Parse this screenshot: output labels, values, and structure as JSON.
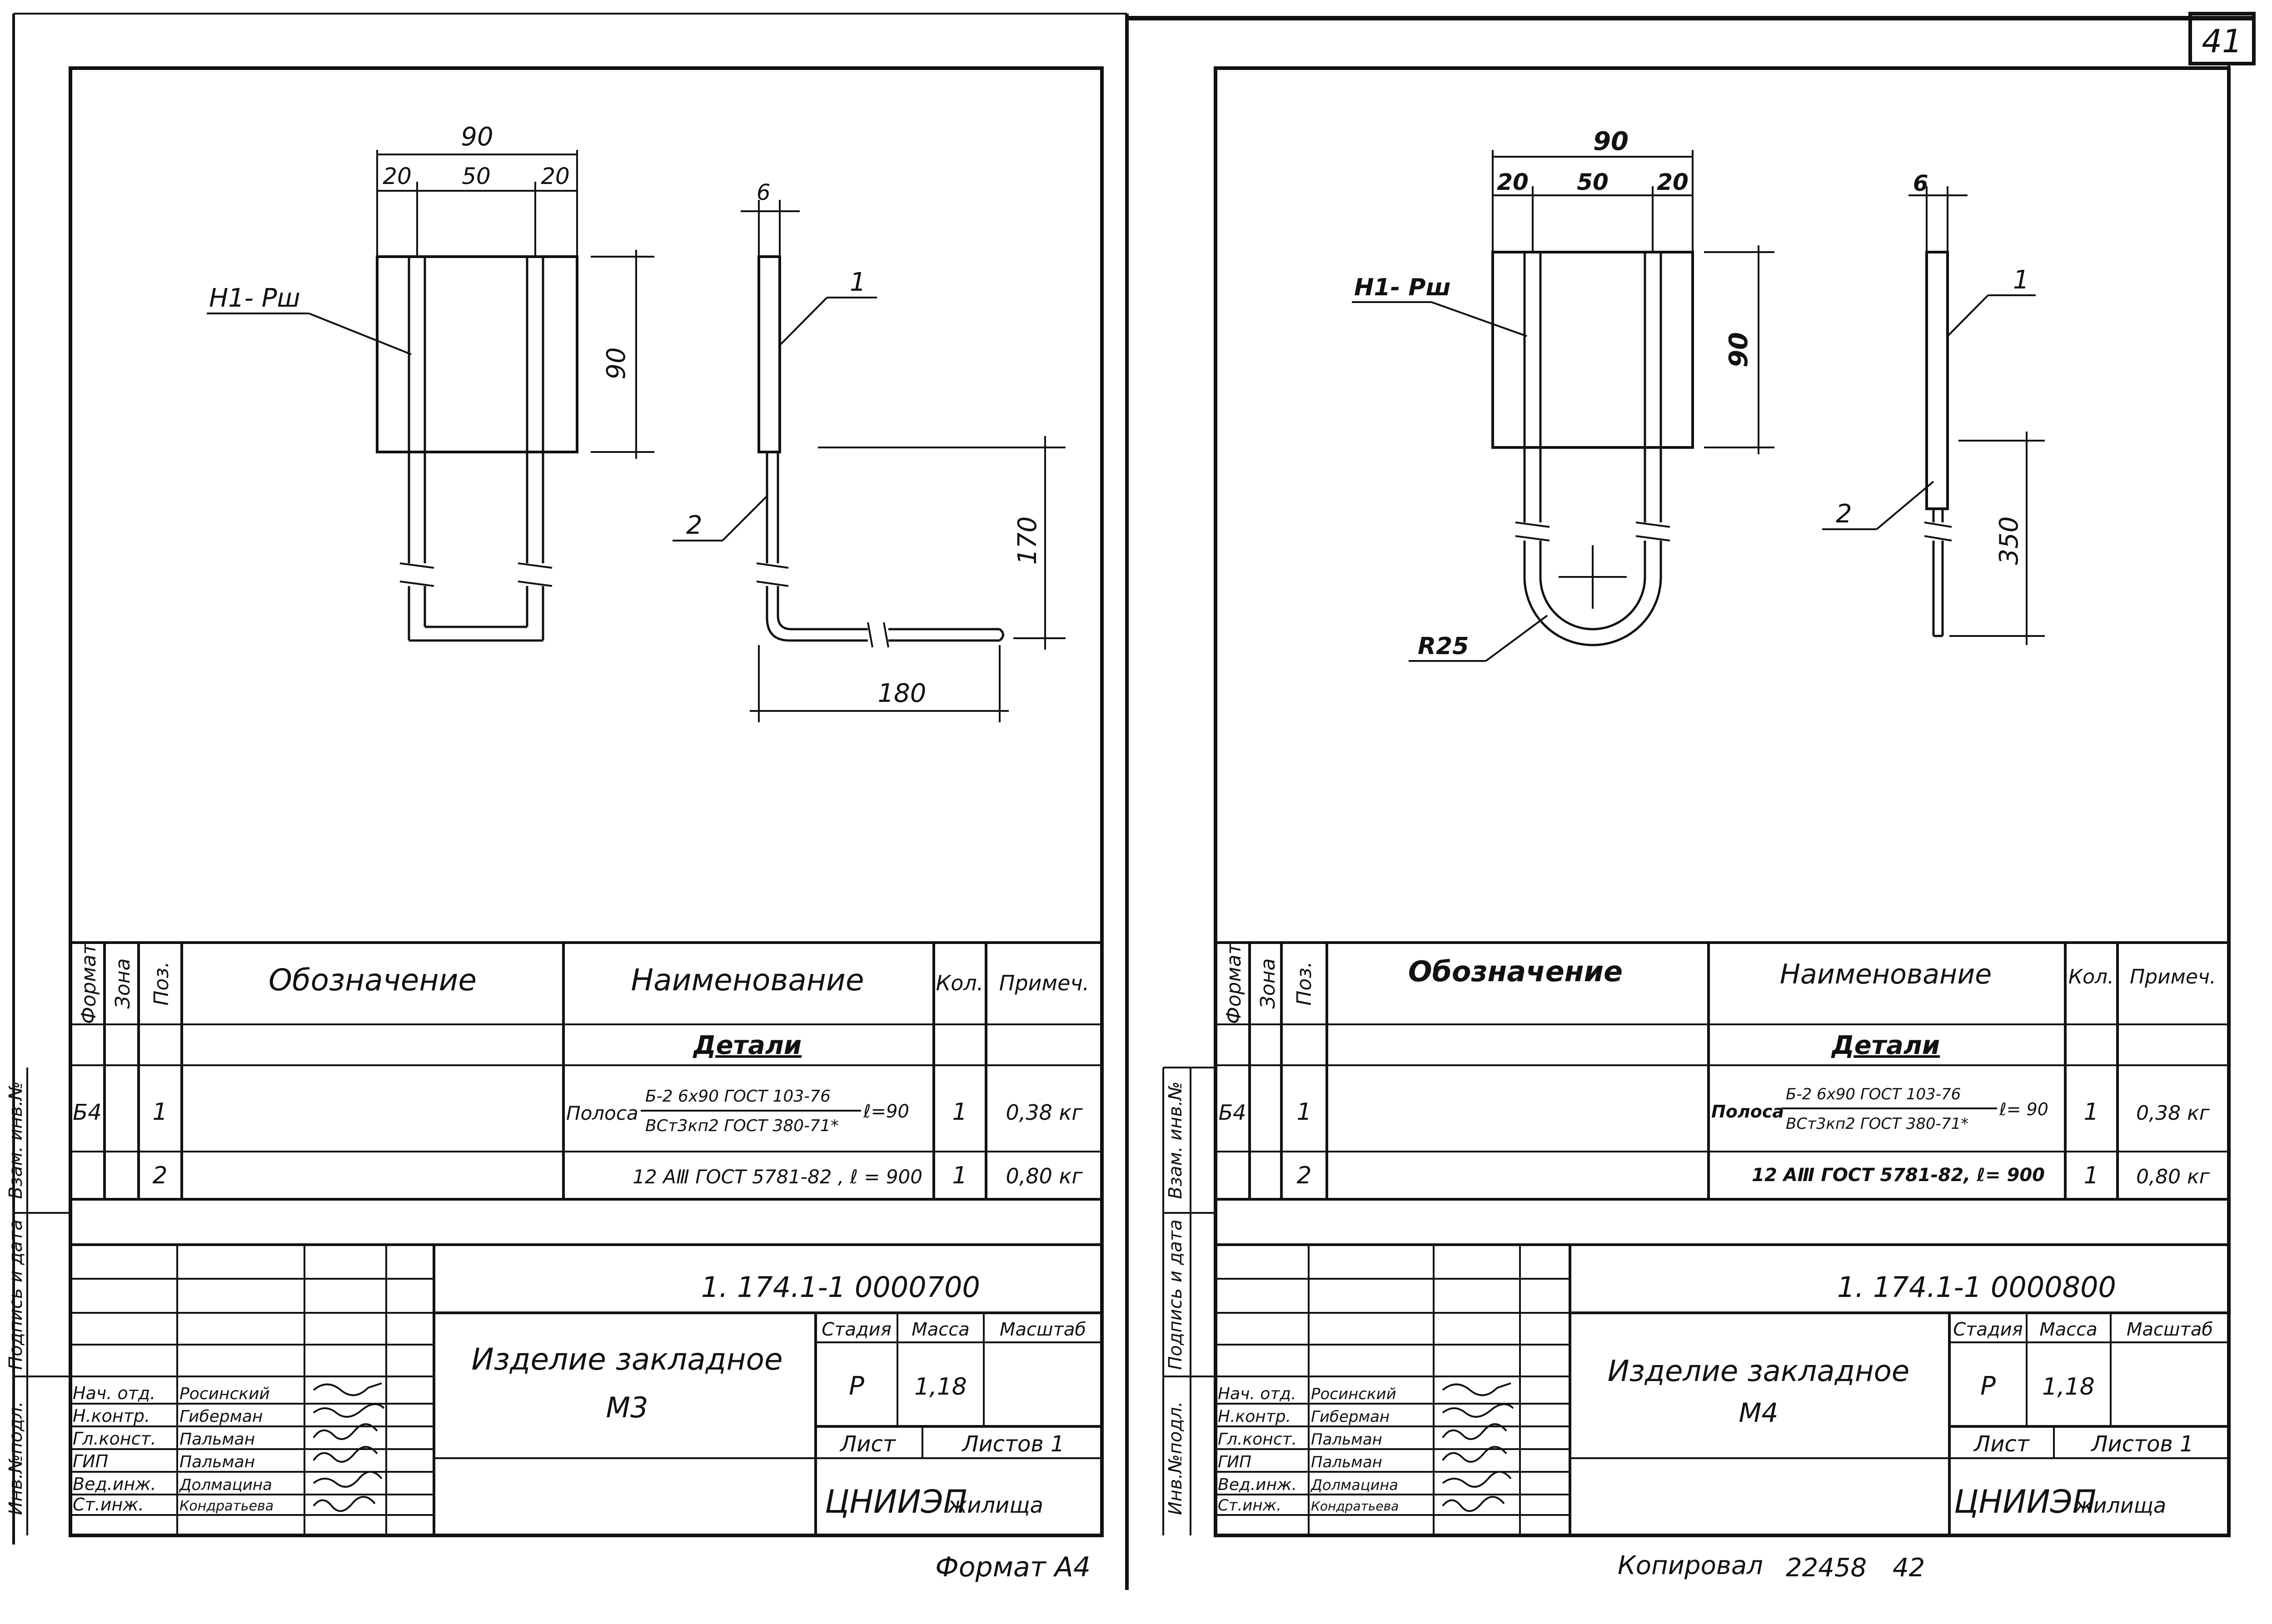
{
  "page_number": "41",
  "sheets": [
    {
      "code": "1. 174.1-1   0000700",
      "title_line1": "Изделие закладное",
      "title_line2": "М3",
      "drawing": {
        "label_part": "Н1- Рш",
        "dim_top_total": "90",
        "dim_left": "20",
        "dim_mid": "50",
        "dim_right": "20",
        "dim_height": "90",
        "dim_thickness": "6",
        "pos1": "1",
        "pos2": "2",
        "dim_leg_vertical": "170",
        "dim_leg_horizontal": "180"
      },
      "spec": {
        "headers": [
          "Формат",
          "Зона",
          "Поз.",
          "Обозначение",
          "Наименование",
          "Кол.",
          "Примеч."
        ],
        "section": "Детали",
        "rows": [
          {
            "format": "Б4",
            "zone": "",
            "pos": "1",
            "designation": "",
            "name_prefix": "Полоса",
            "name_top": "Б-2 6х90 ГОСТ 103-76",
            "name_bottom": "ВСт3кп2 ГОСТ 380-71*",
            "name_suffix": "ℓ=90",
            "qty": "1",
            "note": "0,38 кг"
          },
          {
            "format": "",
            "zone": "",
            "pos": "2",
            "designation": "",
            "name_prefix": "",
            "name_top": "",
            "name_bottom": "",
            "name_suffix": "",
            "name_single": "12 АⅢ ГОСТ 5781-82 , ℓ = 900",
            "qty": "1",
            "note": "0,80 кг"
          }
        ]
      },
      "title_block": {
        "stage_label": "Стадия",
        "mass_label": "Масса",
        "scale_label": "Масштаб",
        "stage": "Р",
        "mass": "1,18",
        "sheet_label": "Лист",
        "sheets_label": "Листов 1",
        "org_main": "ЦНИИЭП",
        "org_sub": "жилища",
        "roles": [
          "Нач. отд.",
          "Н.контр.",
          "Гл.конст.",
          "ГИП",
          "Вед.инж.",
          "Ст.инж."
        ],
        "names": [
          "Росинский",
          "Гиберман",
          "Пальман",
          "Пальман",
          "Долмацина",
          "Кондратьева"
        ]
      },
      "footer": "Формат А4"
    },
    {
      "code": "1. 174.1-1   0000800",
      "title_line1": "Изделие закладное",
      "title_line2": "М4",
      "drawing": {
        "label_part": "Н1- Рш",
        "dim_top_total": "90",
        "dim_left": "20",
        "dim_mid": "50",
        "dim_right": "20",
        "dim_height": "90",
        "dim_thickness": "6",
        "pos1": "1",
        "pos2": "2",
        "dim_leg_vertical": "350",
        "radius": "R25"
      },
      "spec": {
        "headers": [
          "Формат",
          "Зона",
          "Поз.",
          "Обозначение",
          "Наименование",
          "Кол.",
          "Примеч."
        ],
        "section": "Детали",
        "rows": [
          {
            "format": "Б4",
            "zone": "",
            "pos": "1",
            "designation": "",
            "name_prefix": "Полоса",
            "name_top": "Б-2 6х90 ГОСТ 103-76",
            "name_bottom": "ВСт3кп2 ГОСТ 380-71*",
            "name_suffix": "ℓ= 90",
            "qty": "1",
            "note": "0,38 кг"
          },
          {
            "format": "",
            "zone": "",
            "pos": "2",
            "designation": "",
            "name_single": "12 АⅢ ГОСТ 5781-82, ℓ= 900",
            "qty": "1",
            "note": "0,80 кг"
          }
        ]
      },
      "title_block": {
        "stage_label": "Стадия",
        "mass_label": "Масса",
        "scale_label": "Масштаб",
        "stage": "Р",
        "mass": "1,18",
        "sheet_label": "Лист",
        "sheets_label": "Листов 1",
        "org_main": "ЦНИИЭП",
        "org_sub": "жилища",
        "roles": [
          "Нач. отд.",
          "Н.контр.",
          "Гл.конст.",
          "ГИП",
          "Вед.инж.",
          "Ст.инж."
        ],
        "names": [
          "Росинский",
          "Гиберман",
          "Пальман",
          "Пальман",
          "Долмацина",
          "Кондратьева"
        ]
      }
    }
  ],
  "side_stamps": {
    "left_sheet": [
      "Взам. инв.№",
      "Подпись и дата",
      "Инв.№подл."
    ],
    "right_sheet": [
      "Взам. инв.№",
      "Подпись и дата",
      "Инв.№подл."
    ]
  },
  "copy_note": {
    "label": "Копировал",
    "number": "22458",
    "sheet": "42"
  }
}
